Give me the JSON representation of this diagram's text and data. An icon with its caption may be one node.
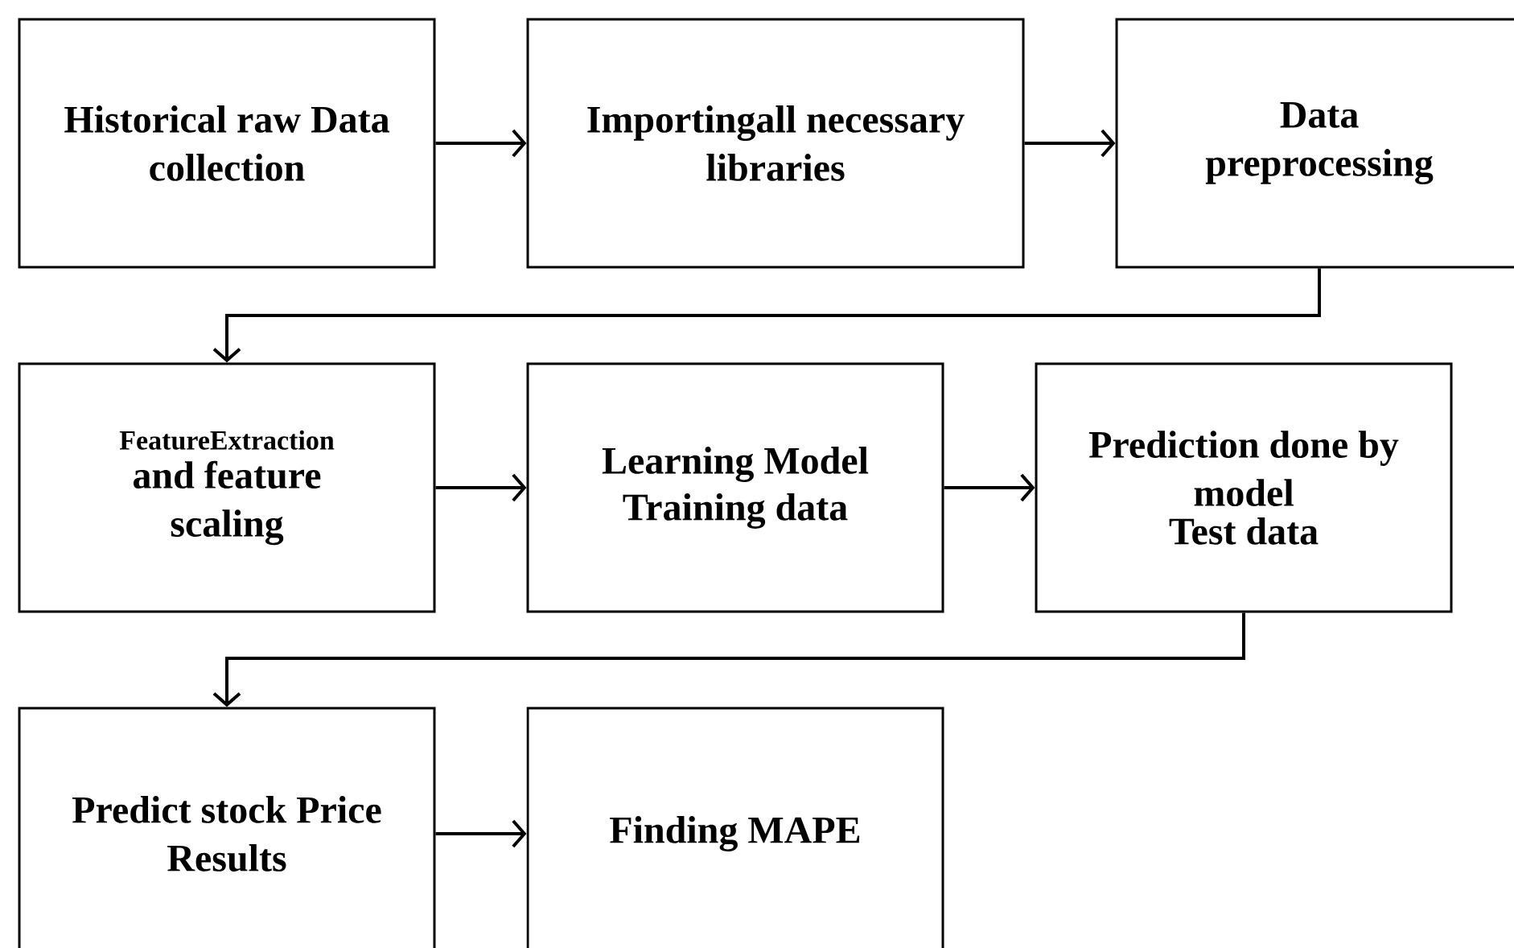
{
  "diagram": {
    "nodes": [
      {
        "text": [
          "Historical raw Data collection"
        ]
      },
      {
        "text": [
          "Importingall necessary libraries"
        ]
      },
      {
        "text": [
          "Data preprocessing"
        ]
      },
      {
        "text": [
          "FeatureExtraction",
          "and feature scaling"
        ]
      },
      {
        "text": [
          "Learning Model",
          "Training data"
        ]
      },
      {
        "text": [
          "Prediction done by model",
          "Test data"
        ]
      },
      {
        "text": [
          "Predict stock Price Results"
        ]
      },
      {
        "text": [
          "Finding MAPE"
        ]
      }
    ],
    "edges": [
      {
        "from": 0,
        "to": 1,
        "arrow": "to"
      },
      {
        "from": 1,
        "to": 2,
        "arrow": "to"
      },
      {
        "from": 2,
        "to": 3,
        "arrow": "to"
      },
      {
        "from": 3,
        "to": 4,
        "arrow": "to"
      },
      {
        "from": 4,
        "to": 5,
        "arrow": "to"
      },
      {
        "from": 5,
        "to": 6,
        "arrow": "to"
      },
      {
        "from": 6,
        "to": 7,
        "arrow": "to"
      }
    ]
  }
}
